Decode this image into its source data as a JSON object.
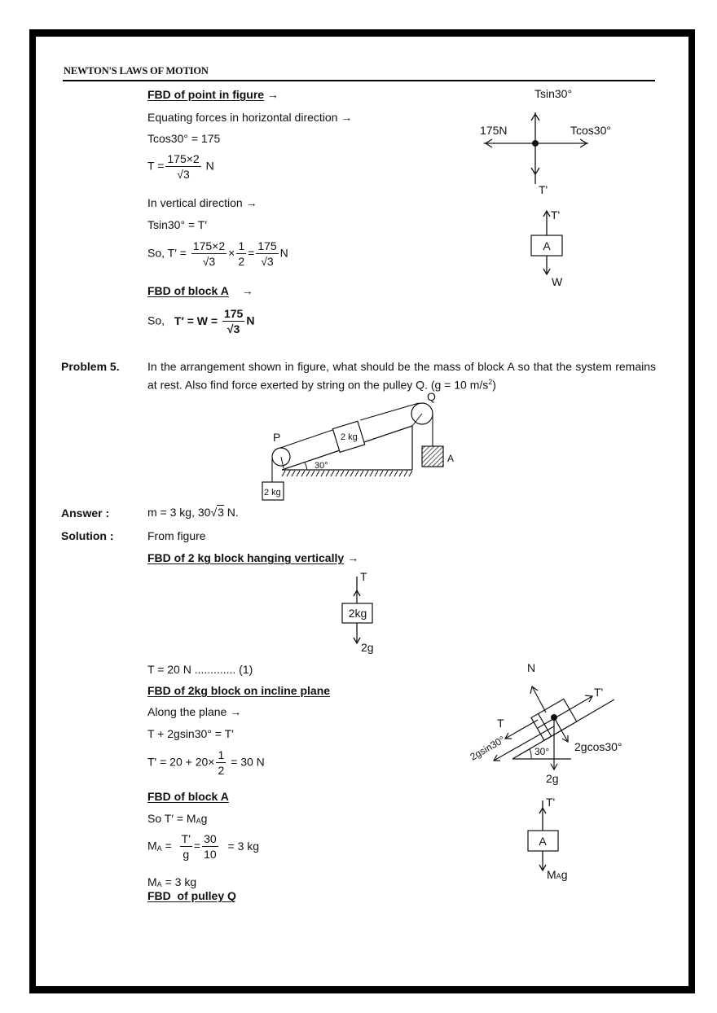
{
  "header": {
    "title": "NEWTON'S LAWS OF MOTION"
  },
  "part1": {
    "heading": "FBD of point in figure",
    "arrow": "→",
    "line_horizontal": "Equating forces in horizontal direction →",
    "eq1": "Tcos30° = 175",
    "eq2": {
      "lhs": "T =",
      "num": "175×2",
      "den": "3",
      "unit": "N"
    },
    "line_vertical": "In vertical direction →",
    "eq3": "Tsin30° = T′",
    "eq4": {
      "lhs": "So,  T′ =",
      "num1": "175×2",
      "den1": "3",
      "times": "×",
      "num2": "1",
      "den2": "2",
      "eq": "=",
      "num3": "175",
      "den3": "3",
      "unit": "N"
    },
    "heading_block_a": "FBD of block A",
    "eq5": {
      "lhs": "So,",
      "bold": "T′ = W =",
      "num": "175",
      "den": "3",
      "unit": "N"
    }
  },
  "fig_point": {
    "up": "Tsin30°",
    "left": "175N",
    "right": "Tcos30°",
    "down": "T'"
  },
  "fig_block_a1": {
    "block": "A",
    "up": "T'",
    "down": "W"
  },
  "problem": {
    "label": "Problem 5.",
    "text": "In the arrangement shown in figure, what should be the mass of block A so that the system remains at rest. Also find force exerted by string on the pulley Q. (g = 10 m/s",
    "sup": "2",
    "tail": ")"
  },
  "fig_setup": {
    "pulley_p": "P",
    "pulley_q": "Q",
    "block_incline": "2 kg",
    "block_hanging": "2 kg",
    "block_a": "A",
    "angle": "30°"
  },
  "answer": {
    "label": "Answer :",
    "text_pre": "m = 3 kg,  30",
    "root": "3",
    "text_post": " N."
  },
  "solution": {
    "label": "Solution :",
    "intro": "From figure",
    "heading1": "FBD of 2 kg block hanging vertically",
    "arrow": "→",
    "eq_t": "T = 20 N ............. (1)",
    "heading2": "FBD of 2kg block on incline plane",
    "along": "Along the plane →",
    "eq_along": "T + 2gsin30°  = T′",
    "eq_tp": {
      "lhs": "T' = 20 +  20×",
      "num": "1",
      "den": "2",
      "rhs": "= 30 N"
    },
    "heading3": "FBD of block A",
    "eq_so": "So  T′ = M",
    "eq_so_sub": "A",
    "eq_so_tail": "g",
    "eq_ma": {
      "lhs": "M",
      "sub": "A",
      "eq": " =",
      "num1": "T'",
      "den1": "g",
      "mid": "=",
      "num2": "30",
      "den2": "10",
      "rhs": "= 3 kg"
    },
    "eq_ma2": {
      "lhs": "M",
      "sub": "A",
      "rhs": " = 3 kg"
    },
    "heading4": "FBD  of pulley Q"
  },
  "fig_hang": {
    "block": "2kg",
    "up": "T",
    "down": "2g"
  },
  "fig_incline": {
    "n": "N",
    "t": "T",
    "tp": "T'",
    "comp_sin": "2gsin30°",
    "comp_cos": "2gcos30°",
    "angle": "30°",
    "weight": "2g"
  },
  "fig_block_a2": {
    "block": "A",
    "up": "T'",
    "down": "M",
    "down_sub": "A",
    "down_tail": "g"
  }
}
